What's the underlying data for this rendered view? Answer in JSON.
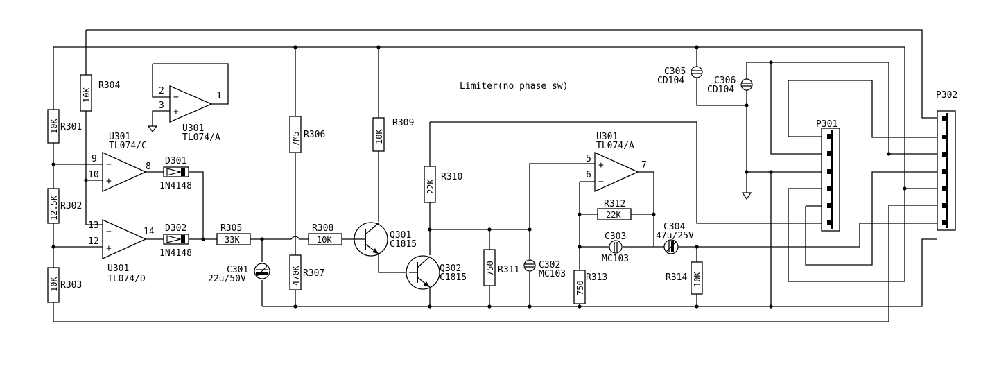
{
  "title": "Limiter(no phase sw)",
  "colors": {
    "ink": "#000000",
    "paper": "#ffffff"
  },
  "resistors": {
    "r301": {
      "ref": "R301",
      "value": "10K"
    },
    "r302": {
      "ref": "R302",
      "value": "12.5K"
    },
    "r303": {
      "ref": "R303",
      "value": "10K"
    },
    "r304": {
      "ref": "R304",
      "value": "10K"
    },
    "r305": {
      "ref": "R305",
      "value": "33K"
    },
    "r306": {
      "ref": "R306",
      "value": "7M5"
    },
    "r307": {
      "ref": "R307",
      "value": "470K"
    },
    "r308": {
      "ref": "R308",
      "value": "10K"
    },
    "r309": {
      "ref": "R309",
      "value": "10K"
    },
    "r310": {
      "ref": "R310",
      "value": "22K"
    },
    "r311": {
      "ref": "R311",
      "value": "750"
    },
    "r312": {
      "ref": "R312",
      "value": "22K"
    },
    "r313": {
      "ref": "R313",
      "value": "750"
    },
    "r314": {
      "ref": "R314",
      "value": "10K"
    }
  },
  "capacitors": {
    "c301": {
      "ref": "C301",
      "value": "22u/50V"
    },
    "c302": {
      "ref": "C302",
      "value": "MC103"
    },
    "c303": {
      "ref": "C303",
      "value": "MC103"
    },
    "c304": {
      "ref": "C304",
      "value": "47u/25V"
    },
    "c305": {
      "ref": "C305",
      "value": "CD104"
    },
    "c306": {
      "ref": "C306",
      "value": "CD104"
    }
  },
  "diodes": {
    "d301": {
      "ref": "D301",
      "value": "1N4148"
    },
    "d302": {
      "ref": "D302",
      "value": "1N4148"
    }
  },
  "transistors": {
    "q301": {
      "ref": "Q301",
      "value": "C1815"
    },
    "q302": {
      "ref": "Q302",
      "value": "C1815"
    }
  },
  "opamps": {
    "u301a_top": {
      "ref": "U301",
      "value": "TL074/A",
      "pins": [
        "2",
        "3",
        "1"
      ]
    },
    "u301c": {
      "ref": "U301",
      "value": "TL074/C",
      "pins": [
        "9",
        "10",
        "8"
      ]
    },
    "u301d": {
      "ref": "U301",
      "value": "TL074/D",
      "pins": [
        "13",
        "12",
        "14"
      ]
    },
    "u301a": {
      "ref": "U301",
      "value": "TL074/A",
      "pins": [
        "5",
        "6",
        "7"
      ]
    }
  },
  "connectors": {
    "p301": {
      "ref": "P301"
    },
    "p302": {
      "ref": "P302"
    }
  },
  "signs": {
    "minus": "−",
    "plus": "+"
  }
}
